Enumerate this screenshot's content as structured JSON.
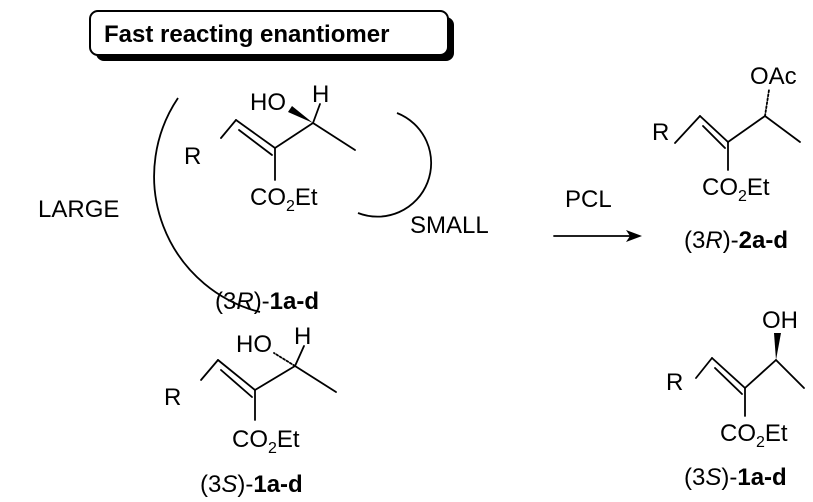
{
  "banner": {
    "text": "Fast reacting enantiomer"
  },
  "model": {
    "large_label": "LARGE",
    "small_label": "SMALL"
  },
  "reaction": {
    "reagent": "PCL"
  },
  "atoms": {
    "R": "R",
    "HO": "HO",
    "OH": "OH",
    "H": "H",
    "OAc": "OAc",
    "ester_prefix": "CO",
    "ester_sub": "2",
    "ester_suffix": "Et"
  },
  "compounds": {
    "r_alcohol": {
      "prefix": "(3",
      "config": "R",
      "close": ")-",
      "code": "1a-d"
    },
    "s_alcohol": {
      "prefix": "(3",
      "config": "S",
      "close": ")-",
      "code": "1a-d"
    },
    "r_acetate": {
      "prefix": "(3",
      "config": "R",
      "close": ")-",
      "code": "2a-d"
    },
    "s_recovered": {
      "prefix": "(3",
      "config": "S",
      "close": ")-",
      "code": "1a-d"
    }
  },
  "colors": {
    "ink": "#000000",
    "background": "#ffffff",
    "banner_shadow": "#000000"
  }
}
